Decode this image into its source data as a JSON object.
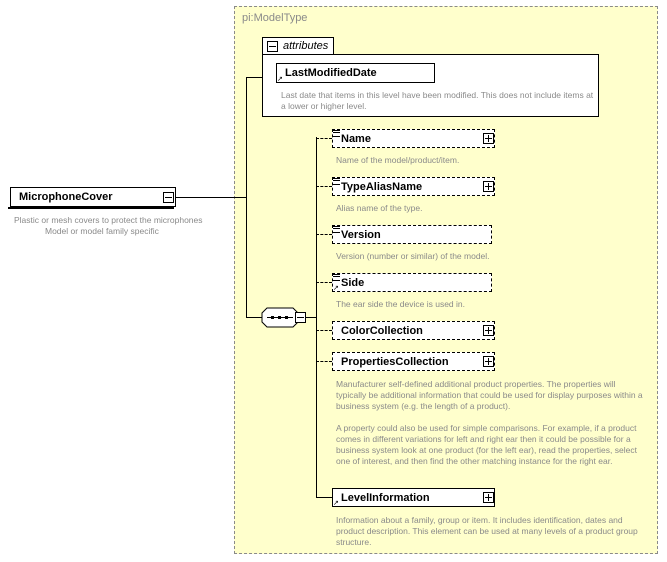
{
  "root": {
    "name": "MicrophoneCover",
    "description_line1": "Plastic or mesh covers to protect the microphones",
    "description_line2": "Model or model family specific"
  },
  "type": {
    "label": "pi:ModelType",
    "attributes_label": "attributes",
    "attribute": {
      "name": "LastModifiedDate",
      "description": "Last date that items in this level have been modified. This does not include items at a lower or higher level."
    }
  },
  "children": [
    {
      "name": "Name",
      "description": "Name of the model/product/item."
    },
    {
      "name": "TypeAliasName",
      "description": "Alias name of the type."
    },
    {
      "name": "Version",
      "description": "Version (number or similar) of the model."
    },
    {
      "name": "Side",
      "description": "The ear side the device is used in."
    },
    {
      "name": "ColorCollection",
      "description": ""
    },
    {
      "name": "PropertiesCollection",
      "description_p1": "Manufacturer self-defined additional product properties.  The properties will typically be additional information that could be used for display purposes within a business system (e.g. the length of a product).",
      "description_p2": "A property could also be used for simple comparisons.  For example, if a product comes in different variations for left and right ear then it could be possible for a business system look at one product (for the left ear), read the properties, select one of interest, and then find the other matching instance for the right ear."
    },
    {
      "name": "LevelInformation",
      "description": "Information about a family, group or item. It includes identification, dates and product description. This element can be used at many levels of a product group structure."
    }
  ],
  "colors": {
    "type_bg": "#ffffcc",
    "desc_text": "#8a8a8a",
    "border": "#000000"
  },
  "icons": [
    "minus-icon",
    "plus-icon",
    "sequence-icon",
    "element-arrow-icon",
    "simple-content-icon"
  ]
}
